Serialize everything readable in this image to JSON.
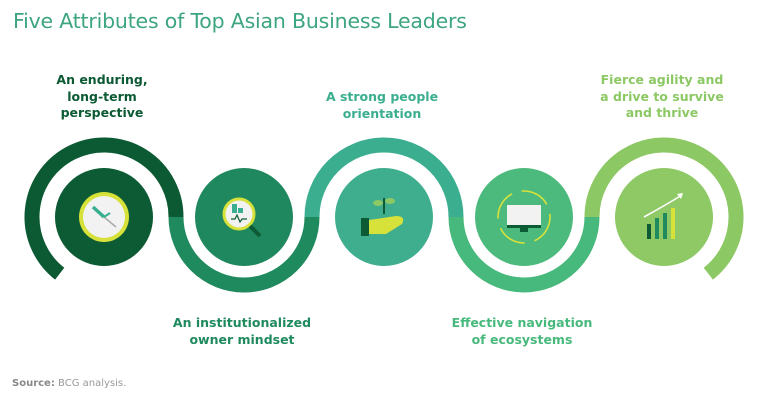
{
  "title": "Five Attributes of Top Asian Business Leaders",
  "attributes": [
    {
      "label_lines": [
        "An enduring,",
        "long-term",
        "perspective"
      ],
      "icon": "clock-icon",
      "ring_color": "#0b5a33",
      "circle_color": "#0c5b34",
      "text_color": "#0b5a33"
    },
    {
      "label_lines": [
        "An institutionalized",
        "owner mindset"
      ],
      "icon": "magnifier-chart-icon",
      "ring_color": "#1f8a5e",
      "circle_color": "#20885e",
      "text_color": "#1f8a5e"
    },
    {
      "label_lines": [
        "A strong people",
        "orientation"
      ],
      "icon": "hand-sprout-icon",
      "ring_color": "#3aae8e",
      "circle_color": "#3fae8e",
      "text_color": "#3aae8e"
    },
    {
      "label_lines": [
        "Effective navigation",
        "of ecosystems"
      ],
      "icon": "monitor-cycle-icon",
      "ring_color": "#47b97c",
      "circle_color": "#4cba7d",
      "text_color": "#47b97c"
    },
    {
      "label_lines": [
        "Fierce agility and",
        "a drive to survive",
        "and thrive"
      ],
      "icon": "growth-chart-icon",
      "ring_color": "#8cc864",
      "circle_color": "#8ec966",
      "text_color": "#8cc864"
    }
  ],
  "source": {
    "label": "Source:",
    "text": "BCG analysis."
  }
}
